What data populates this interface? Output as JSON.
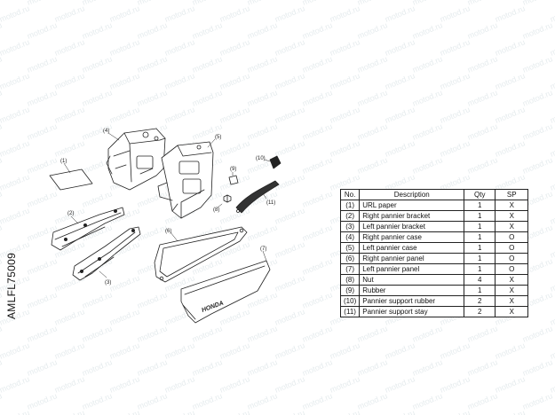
{
  "watermark": "motod.ru",
  "ref_code": "AMLFL75009",
  "table": {
    "headers": {
      "no": "No.",
      "description": "Description",
      "qty": "Qty",
      "sp": "SP"
    },
    "rows": [
      {
        "no": "(1)",
        "description": "URL paper",
        "qty": "1",
        "sp": "X"
      },
      {
        "no": "(2)",
        "description": "Right pannier bracket",
        "qty": "1",
        "sp": "X"
      },
      {
        "no": "(3)",
        "description": "Left pannier bracket",
        "qty": "1",
        "sp": "X"
      },
      {
        "no": "(4)",
        "description": "Right pannier case",
        "qty": "1",
        "sp": "O"
      },
      {
        "no": "(5)",
        "description": "Left pannier case",
        "qty": "1",
        "sp": "O"
      },
      {
        "no": "(6)",
        "description": "Right pannier panel",
        "qty": "1",
        "sp": "O"
      },
      {
        "no": "(7)",
        "description": "Left pannier panel",
        "qty": "1",
        "sp": "O"
      },
      {
        "no": "(8)",
        "description": "Nut",
        "qty": "4",
        "sp": "X"
      },
      {
        "no": "(9)",
        "description": "Rubber",
        "qty": "1",
        "sp": "X"
      },
      {
        "no": "(10)",
        "description": "Pannier support rubber",
        "qty": "2",
        "sp": "X"
      },
      {
        "no": "(11)",
        "description": "Pannier support stay",
        "qty": "2",
        "sp": "X"
      }
    ]
  },
  "callouts": {
    "c1": "(1)",
    "c2": "(2)",
    "c3": "(3)",
    "c4": "(4)",
    "c5": "(5)",
    "c6": "(6)",
    "c7": "(7)",
    "c8": "(8)",
    "c9": "(9)",
    "c10": "(10)",
    "c11": "(11)"
  },
  "panel_logo": "HONDA"
}
